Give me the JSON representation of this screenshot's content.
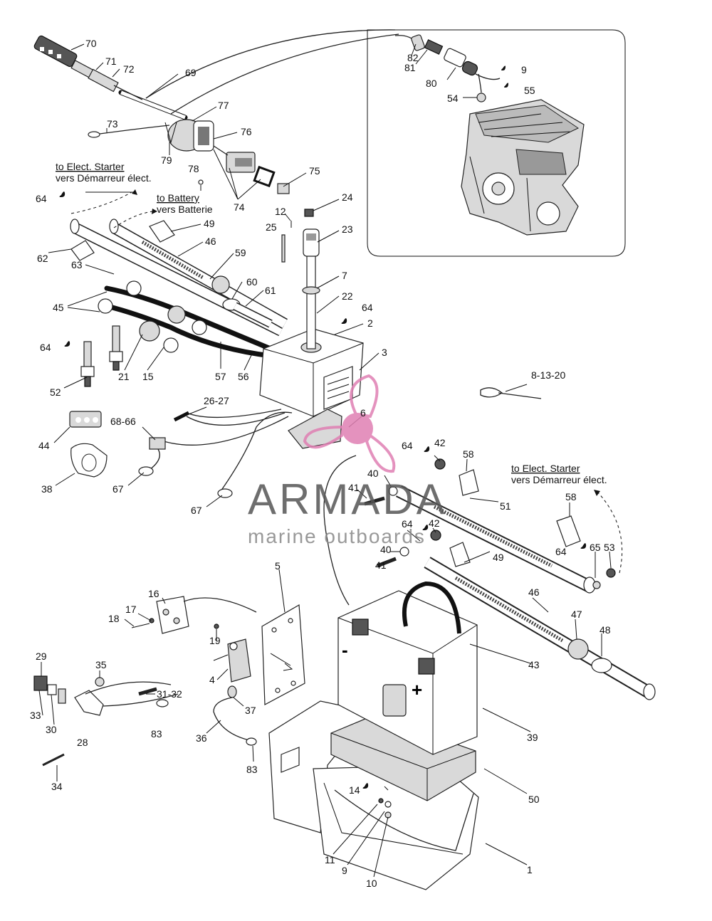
{
  "diagram": {
    "callouts": [
      {
        "id": "70",
        "label": "70"
      },
      {
        "id": "71",
        "label": "71"
      },
      {
        "id": "72",
        "label": "72"
      },
      {
        "id": "69",
        "label": "69"
      },
      {
        "id": "77",
        "label": "77"
      },
      {
        "id": "73",
        "label": "73"
      },
      {
        "id": "76",
        "label": "76"
      },
      {
        "id": "79",
        "label": "79"
      },
      {
        "id": "78",
        "label": "78"
      },
      {
        "id": "75",
        "label": "75"
      },
      {
        "id": "74",
        "label": "74"
      },
      {
        "id": "24",
        "label": "24"
      },
      {
        "id": "12",
        "label": "12"
      },
      {
        "id": "25",
        "label": "25"
      },
      {
        "id": "23",
        "label": "23"
      },
      {
        "id": "64a",
        "label": "64"
      },
      {
        "id": "49a",
        "label": "49"
      },
      {
        "id": "62",
        "label": "62"
      },
      {
        "id": "46a",
        "label": "46"
      },
      {
        "id": "59",
        "label": "59"
      },
      {
        "id": "63",
        "label": "63"
      },
      {
        "id": "60",
        "label": "60"
      },
      {
        "id": "61",
        "label": "61"
      },
      {
        "id": "7",
        "label": "7"
      },
      {
        "id": "22",
        "label": "22"
      },
      {
        "id": "64b",
        "label": "64"
      },
      {
        "id": "45",
        "label": "45"
      },
      {
        "id": "2",
        "label": "2"
      },
      {
        "id": "64c",
        "label": "64"
      },
      {
        "id": "3",
        "label": "3"
      },
      {
        "id": "21",
        "label": "21"
      },
      {
        "id": "15",
        "label": "15"
      },
      {
        "id": "57",
        "label": "57"
      },
      {
        "id": "56",
        "label": "56"
      },
      {
        "id": "52",
        "label": "52"
      },
      {
        "id": "26-27",
        "label": "26-27"
      },
      {
        "id": "8-13-20",
        "label": "8-13-20"
      },
      {
        "id": "68-66",
        "label": "68-66"
      },
      {
        "id": "6",
        "label": "6"
      },
      {
        "id": "44",
        "label": "44"
      },
      {
        "id": "64d",
        "label": "64"
      },
      {
        "id": "42a",
        "label": "42"
      },
      {
        "id": "58a",
        "label": "58"
      },
      {
        "id": "38",
        "label": "38"
      },
      {
        "id": "67a",
        "label": "67"
      },
      {
        "id": "40a",
        "label": "40"
      },
      {
        "id": "41a",
        "label": "41"
      },
      {
        "id": "51",
        "label": "51"
      },
      {
        "id": "58b",
        "label": "58"
      },
      {
        "id": "67b",
        "label": "67"
      },
      {
        "id": "64e",
        "label": "64"
      },
      {
        "id": "42b",
        "label": "42"
      },
      {
        "id": "64f",
        "label": "64"
      },
      {
        "id": "65",
        "label": "65"
      },
      {
        "id": "53",
        "label": "53"
      },
      {
        "id": "40b",
        "label": "40"
      },
      {
        "id": "41b",
        "label": "41"
      },
      {
        "id": "49b",
        "label": "49"
      },
      {
        "id": "5",
        "label": "5"
      },
      {
        "id": "46b",
        "label": "46"
      },
      {
        "id": "16",
        "label": "16"
      },
      {
        "id": "47",
        "label": "47"
      },
      {
        "id": "17",
        "label": "17"
      },
      {
        "id": "18",
        "label": "18"
      },
      {
        "id": "48",
        "label": "48"
      },
      {
        "id": "19",
        "label": "19"
      },
      {
        "id": "43",
        "label": "43"
      },
      {
        "id": "29",
        "label": "29"
      },
      {
        "id": "35",
        "label": "35"
      },
      {
        "id": "4",
        "label": "4"
      },
      {
        "id": "31-32",
        "label": "31-32"
      },
      {
        "id": "33",
        "label": "33"
      },
      {
        "id": "37",
        "label": "37"
      },
      {
        "id": "30",
        "label": "30"
      },
      {
        "id": "39",
        "label": "39"
      },
      {
        "id": "83a",
        "label": "83"
      },
      {
        "id": "36",
        "label": "36"
      },
      {
        "id": "28",
        "label": "28"
      },
      {
        "id": "83b",
        "label": "83"
      },
      {
        "id": "34",
        "label": "34"
      },
      {
        "id": "14",
        "label": "14"
      },
      {
        "id": "50",
        "label": "50"
      },
      {
        "id": "11",
        "label": "11"
      },
      {
        "id": "9a",
        "label": "9"
      },
      {
        "id": "10",
        "label": "10"
      },
      {
        "id": "1",
        "label": "1"
      },
      {
        "id": "82",
        "label": "82"
      },
      {
        "id": "81",
        "label": "81"
      },
      {
        "id": "9b",
        "label": "9"
      },
      {
        "id": "80",
        "label": "80"
      },
      {
        "id": "54",
        "label": "54"
      },
      {
        "id": "55",
        "label": "55"
      }
    ],
    "notes": {
      "starter_top_en": "to Elect. Starter",
      "starter_top_fr": "vers Démarreur élect.",
      "battery_en": "to Battery",
      "battery_fr": "vers Batterie",
      "starter_right_en": "to Elect. Starter",
      "starter_right_fr": "vers Démarreur élect."
    },
    "battery_symbols": {
      "negative": "-",
      "positive": "+"
    },
    "watermark": {
      "name": "ARMADA",
      "tagline": "marine outboards"
    }
  }
}
